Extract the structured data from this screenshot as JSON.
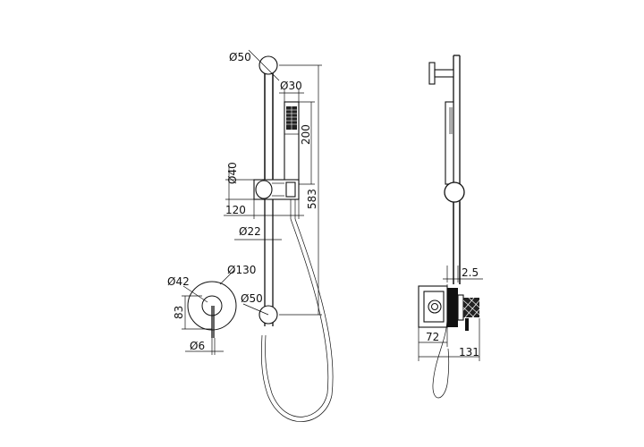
{
  "drawing": {
    "front_view": {
      "top_flange_dia": "Ø50",
      "handset_dia": "Ø30",
      "handset_length": "200",
      "holder_dia": "Ø40",
      "holder_projection": "120",
      "rail_dia": "Ø22",
      "rail_height": "583",
      "bottom_flange_dia": "Ø50"
    },
    "outlet_view": {
      "plate_dia": "Ø130",
      "outlet_dia": "Ø42",
      "offset": "83",
      "pin_dia": "Ø6"
    },
    "side_view": {
      "plate_thickness": "2.5",
      "body_depth": "72",
      "total_depth": "131"
    }
  }
}
